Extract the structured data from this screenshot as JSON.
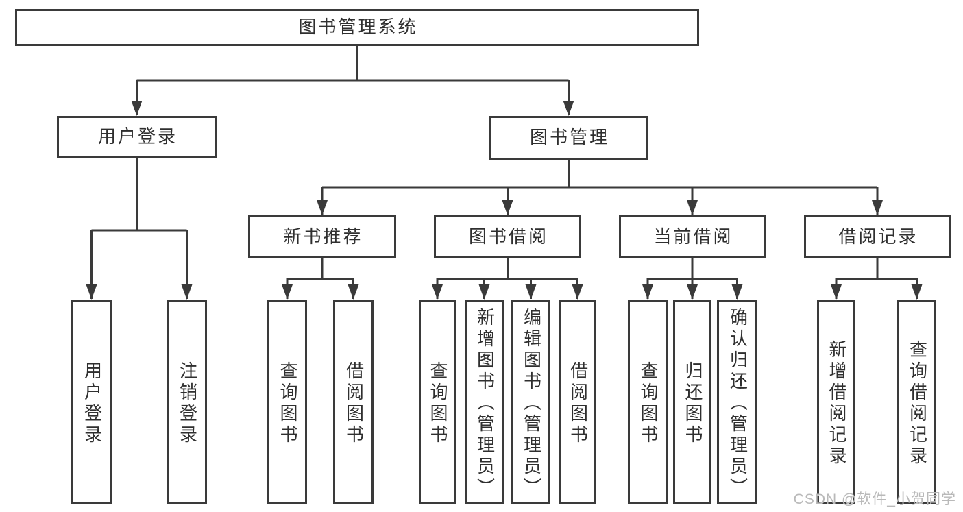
{
  "diagram": {
    "nodes": [
      {
        "id": "root",
        "label": "图书管理系统"
      },
      {
        "id": "user-login",
        "label": "用户登录"
      },
      {
        "id": "book-mgmt",
        "label": "图书管理"
      },
      {
        "id": "new-book-rec",
        "label": "新书推荐"
      },
      {
        "id": "book-borrow",
        "label": "图书借阅"
      },
      {
        "id": "current-borrow",
        "label": "当前借阅"
      },
      {
        "id": "borrow-records",
        "label": "借阅记录"
      },
      {
        "id": "login",
        "label": "用户登录"
      },
      {
        "id": "logout",
        "label": "注销登录"
      },
      {
        "id": "nb-query",
        "label": "查询图书"
      },
      {
        "id": "nb-borrow",
        "label": "借阅图书"
      },
      {
        "id": "bb-query",
        "label": "查询图书"
      },
      {
        "id": "bb-add",
        "label": "新增图书（管理员）"
      },
      {
        "id": "bb-edit",
        "label": "编辑图书（管理员）"
      },
      {
        "id": "bb-borrow",
        "label": "借阅图书"
      },
      {
        "id": "cb-query",
        "label": "查询图书"
      },
      {
        "id": "cb-return",
        "label": "归还图书"
      },
      {
        "id": "cb-confirm",
        "label": "确认归还（管理员）"
      },
      {
        "id": "br-add",
        "label": "新增借阅记录"
      },
      {
        "id": "br-query",
        "label": "查询借阅记录"
      }
    ]
  },
  "watermark": {
    "text": "CSDN @软件_小贺同学"
  },
  "colors": {
    "line": "#3a3a3a",
    "text": "#2f2f2f",
    "background": "#ffffff",
    "watermark": "#b9b9b9"
  }
}
